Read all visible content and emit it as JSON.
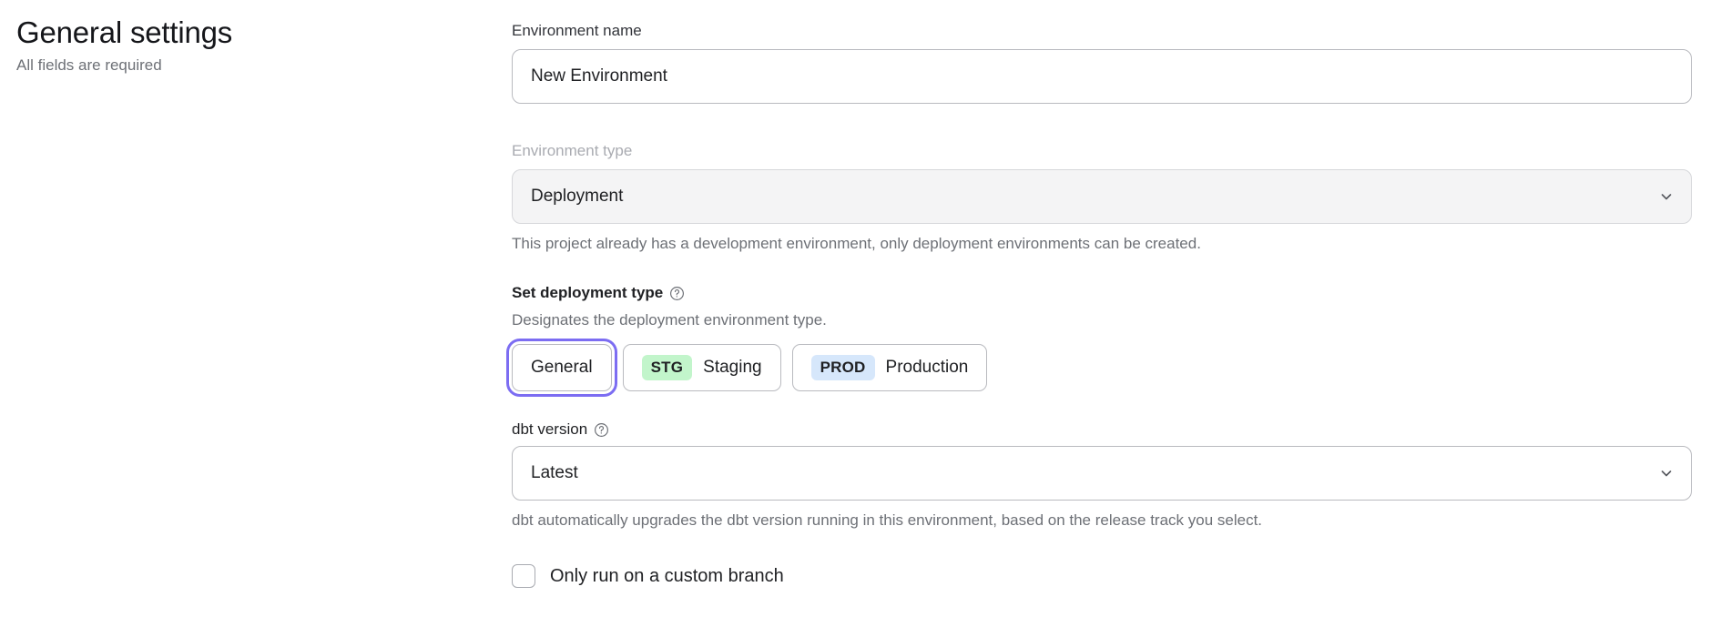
{
  "header": {
    "title": "General settings",
    "subtitle": "All fields are required"
  },
  "form": {
    "environment_name": {
      "label": "Environment name",
      "value": "New Environment",
      "placeholder": "Environment name"
    },
    "environment_type": {
      "label": "Environment type",
      "value": "Deployment",
      "disabled": true,
      "helper": "This project already has a development environment, only deployment environments can be created.",
      "chevron_icon": "chevron-down-icon"
    },
    "deployment_type": {
      "label": "Set deployment type",
      "help_icon": "question-circle-icon",
      "helper": "Designates the deployment environment type.",
      "options": [
        {
          "badge": null,
          "badge_class": "",
          "label": "General",
          "selected": true
        },
        {
          "badge": "STG",
          "badge_class": "stg",
          "label": "Staging",
          "selected": false
        },
        {
          "badge": "PROD",
          "badge_class": "prod",
          "label": "Production",
          "selected": false
        }
      ]
    },
    "dbt_version": {
      "label": "dbt version",
      "help_icon": "question-circle-icon",
      "value": "Latest",
      "helper": "dbt automatically upgrades the dbt version running in this environment, based on the release track you select.",
      "chevron_icon": "chevron-down-icon"
    },
    "custom_branch": {
      "label": "Only run on a custom branch",
      "checked": false
    }
  },
  "colors": {
    "focus_ring": "#7c6df2",
    "badge_stg_bg": "#c2f5cb",
    "badge_prod_bg": "#d6e7fb",
    "disabled_bg": "#f4f4f5",
    "border": "#b9babf",
    "muted_text": "#6d7076"
  }
}
